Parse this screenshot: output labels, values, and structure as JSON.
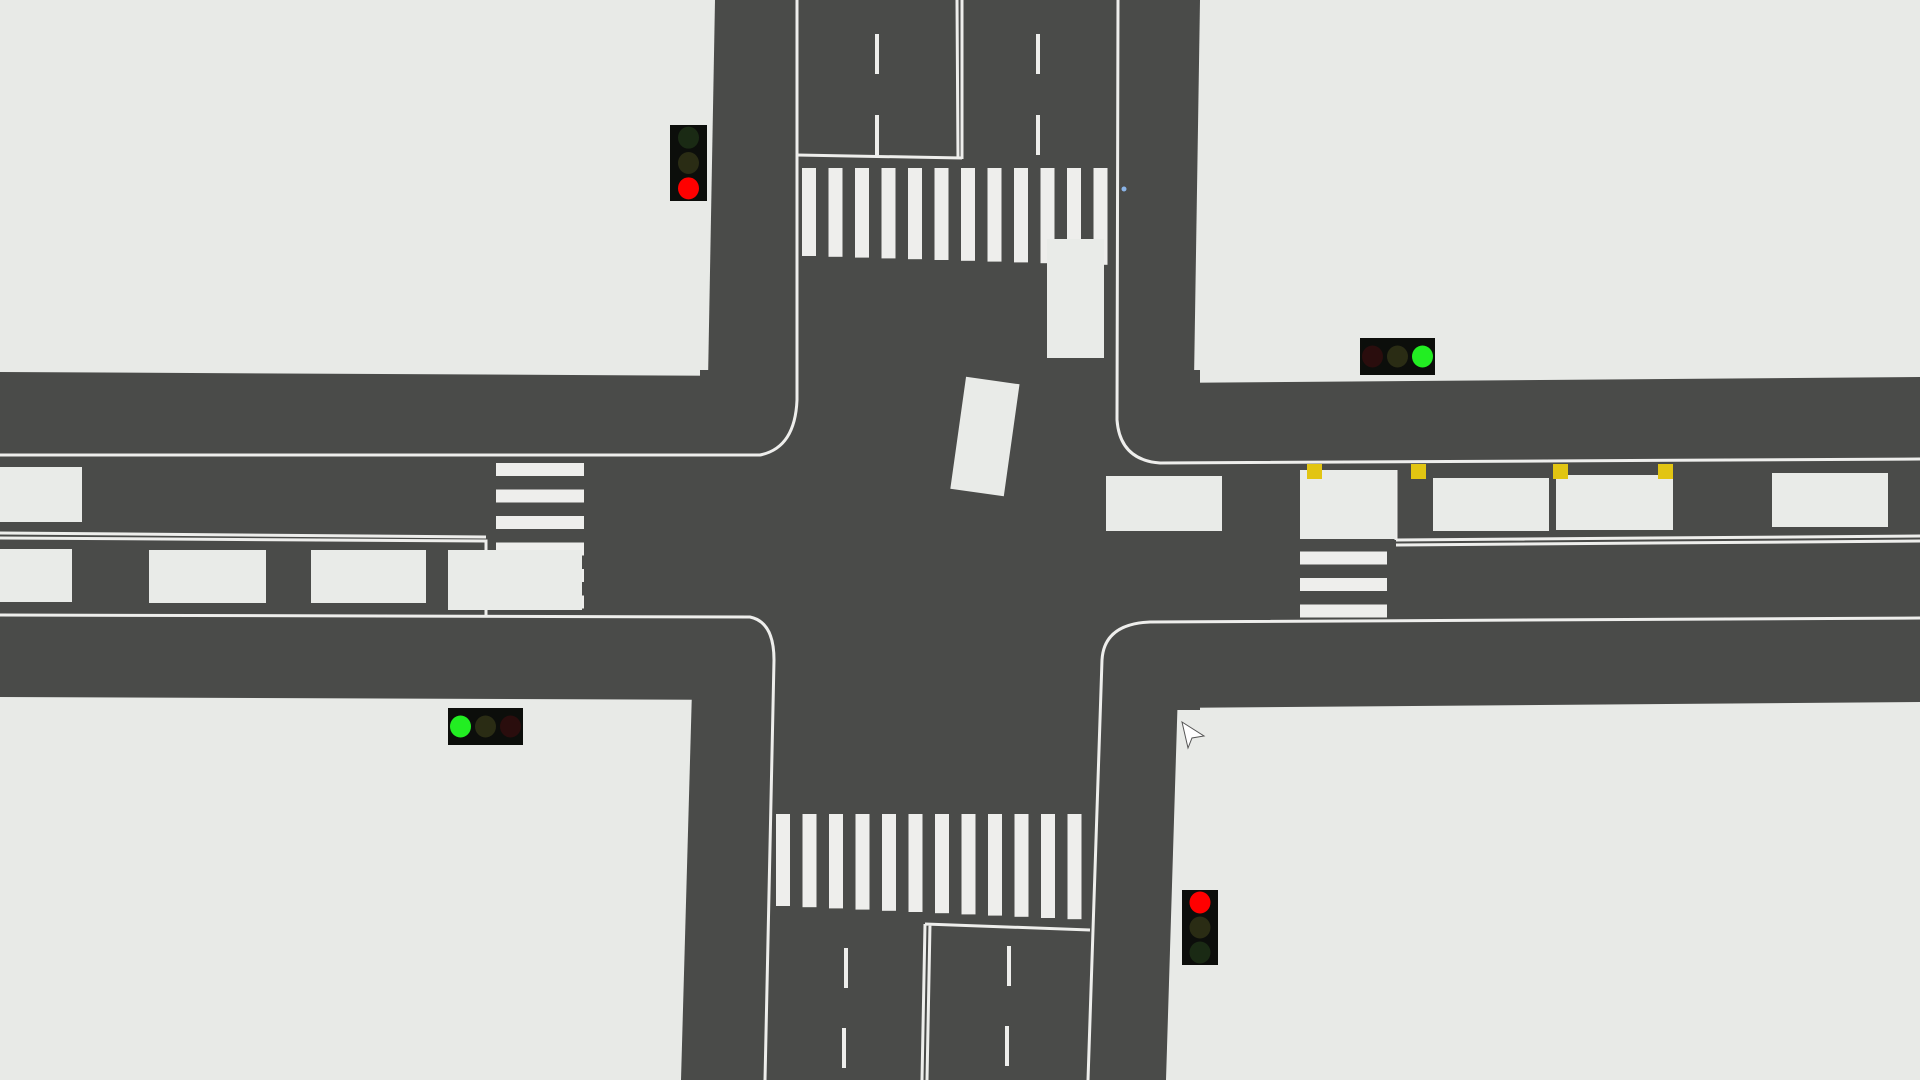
{
  "colors": {
    "ground": "#e8eae7",
    "road": "#4a4b49",
    "marking": "#eeeeec",
    "vehicle": "#e9ebe8",
    "sensor": "#e2c512",
    "light_housing": "#0c0e0b",
    "red_on": "#ff0000",
    "green_on": "#22ee22",
    "red_off": "#2a0d0d",
    "amber_off": "#2a2c14",
    "green_off": "#1a2a14"
  },
  "traffic_lights": [
    {
      "id": "north-west",
      "orientation": "vertical",
      "state": "red"
    },
    {
      "id": "north-east",
      "orientation": "horizontal",
      "state": "green"
    },
    {
      "id": "south-west",
      "orientation": "horizontal",
      "state": "green"
    },
    {
      "id": "south-east",
      "orientation": "vertical",
      "state": "red"
    }
  ],
  "icons": {
    "cursor": "arrow-cursor-icon"
  }
}
